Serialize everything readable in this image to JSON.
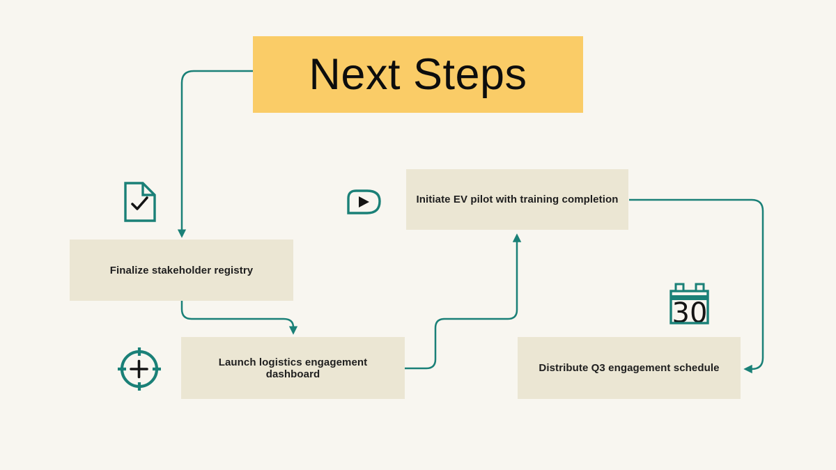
{
  "title": {
    "label": "Next Steps"
  },
  "theme": {
    "background": "#F8F6F0",
    "title_bg": "#FACC67",
    "node_bg": "#EBE6D3",
    "accent": "#1A8077",
    "text": "#1E1E1E",
    "icon_ink": "#141414"
  },
  "nodes": [
    {
      "id": "finalize",
      "label": "Finalize stakeholder registry",
      "icon": "document-check-icon"
    },
    {
      "id": "launch",
      "label": "Launch logistics engagement dashboard",
      "icon": "target-plus-icon"
    },
    {
      "id": "initiate",
      "label": "Initiate EV pilot with training completion",
      "icon": "play-icon"
    },
    {
      "id": "distribute",
      "label": "Distribute Q3 engagement schedule",
      "icon": "calendar-icon",
      "calendar_day": "30"
    }
  ],
  "edges": [
    {
      "from": "title",
      "to": "finalize",
      "enters": "top"
    },
    {
      "from": "finalize",
      "to": "launch",
      "enters": "top"
    },
    {
      "from": "launch",
      "to": "initiate",
      "enters": "bottom"
    },
    {
      "from": "initiate",
      "to": "distribute",
      "enters": "right"
    }
  ]
}
